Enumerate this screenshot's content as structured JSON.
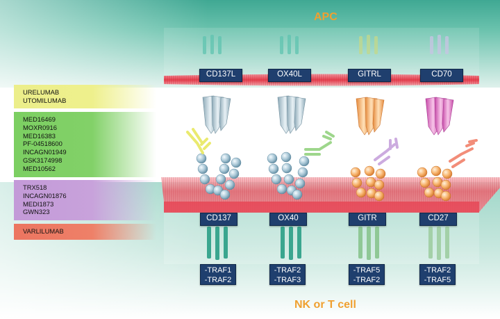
{
  "titles": {
    "apc": "APC",
    "nk_t_cell": "NK or T cell"
  },
  "ligands": [
    "CD137L",
    "OX40L",
    "GITRL",
    "CD70"
  ],
  "receptors": [
    "CD137",
    "OX40",
    "GITR",
    "CD27"
  ],
  "trafs": [
    [
      "-TRAF1",
      "-TRAF2"
    ],
    [
      "-TRAF2",
      "-TRAF3"
    ],
    [
      "-TRAF5",
      "-TRAF2"
    ],
    [
      "-TRAF2",
      "-TRAF5"
    ]
  ],
  "antibody_groups": [
    {
      "color": "#ecee8a",
      "drugs": [
        "URELUMAB",
        "UTOMILUMAB"
      ]
    },
    {
      "color": "#7ccf62",
      "drugs": [
        "MED16469",
        "MOXR0916",
        "MED16383",
        "PF-04518600",
        "INCAGN01949",
        "GSK3174998",
        "MED10562"
      ]
    },
    {
      "color": "#c39ad8",
      "drugs": [
        "TRX518",
        "INCAGN01876",
        "MEDI1873",
        "GWN323"
      ]
    },
    {
      "color": "#ec7560",
      "drugs": [
        "VARLILUMAB"
      ]
    }
  ],
  "colors": {
    "label_bg": "#1f3f6e",
    "title": "#f0a030",
    "membrane": "#e8404e",
    "cell_top": "#4fb59e",
    "receptor_cd137": "#a8c8d4",
    "receptor_ox40": "#a8c8d4",
    "receptor_gitr": "#f4a868",
    "receptor_cd27": "#f0a878",
    "ligand_gitrl": "#f4a868",
    "ligand_cd70": "#e070c8"
  }
}
